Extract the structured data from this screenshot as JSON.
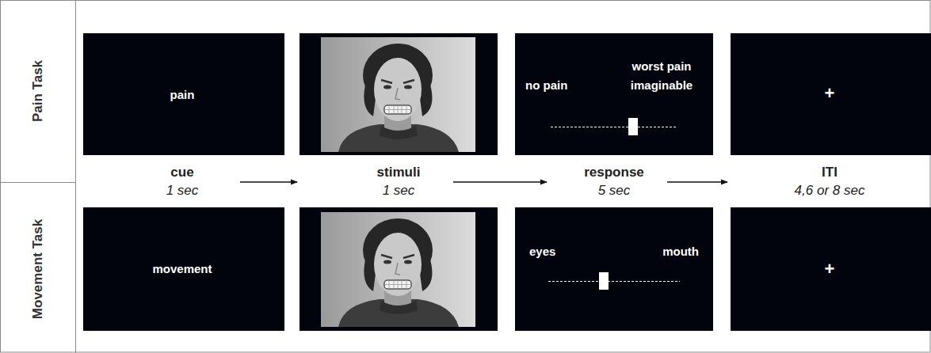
{
  "diagram": {
    "nodes": [
      {
        "text": [
          "pain"
        ]
      },
      {
        "text": [
          "no pain",
          "worst pain imaginable"
        ]
      },
      {
        "text": [
          "+"
        ]
      },
      {
        "text": [
          "movement"
        ]
      },
      {
        "text": [
          "eyes",
          "mouth"
        ]
      },
      {
        "text": [
          "+"
        ]
      }
    ],
    "labels": [
      "Pain Task",
      "Movement Task",
      "cue",
      "1 sec",
      "stimuli",
      "1 sec",
      "response",
      "5 sec",
      "ITI",
      "4,6 or 8 sec"
    ]
  }
}
